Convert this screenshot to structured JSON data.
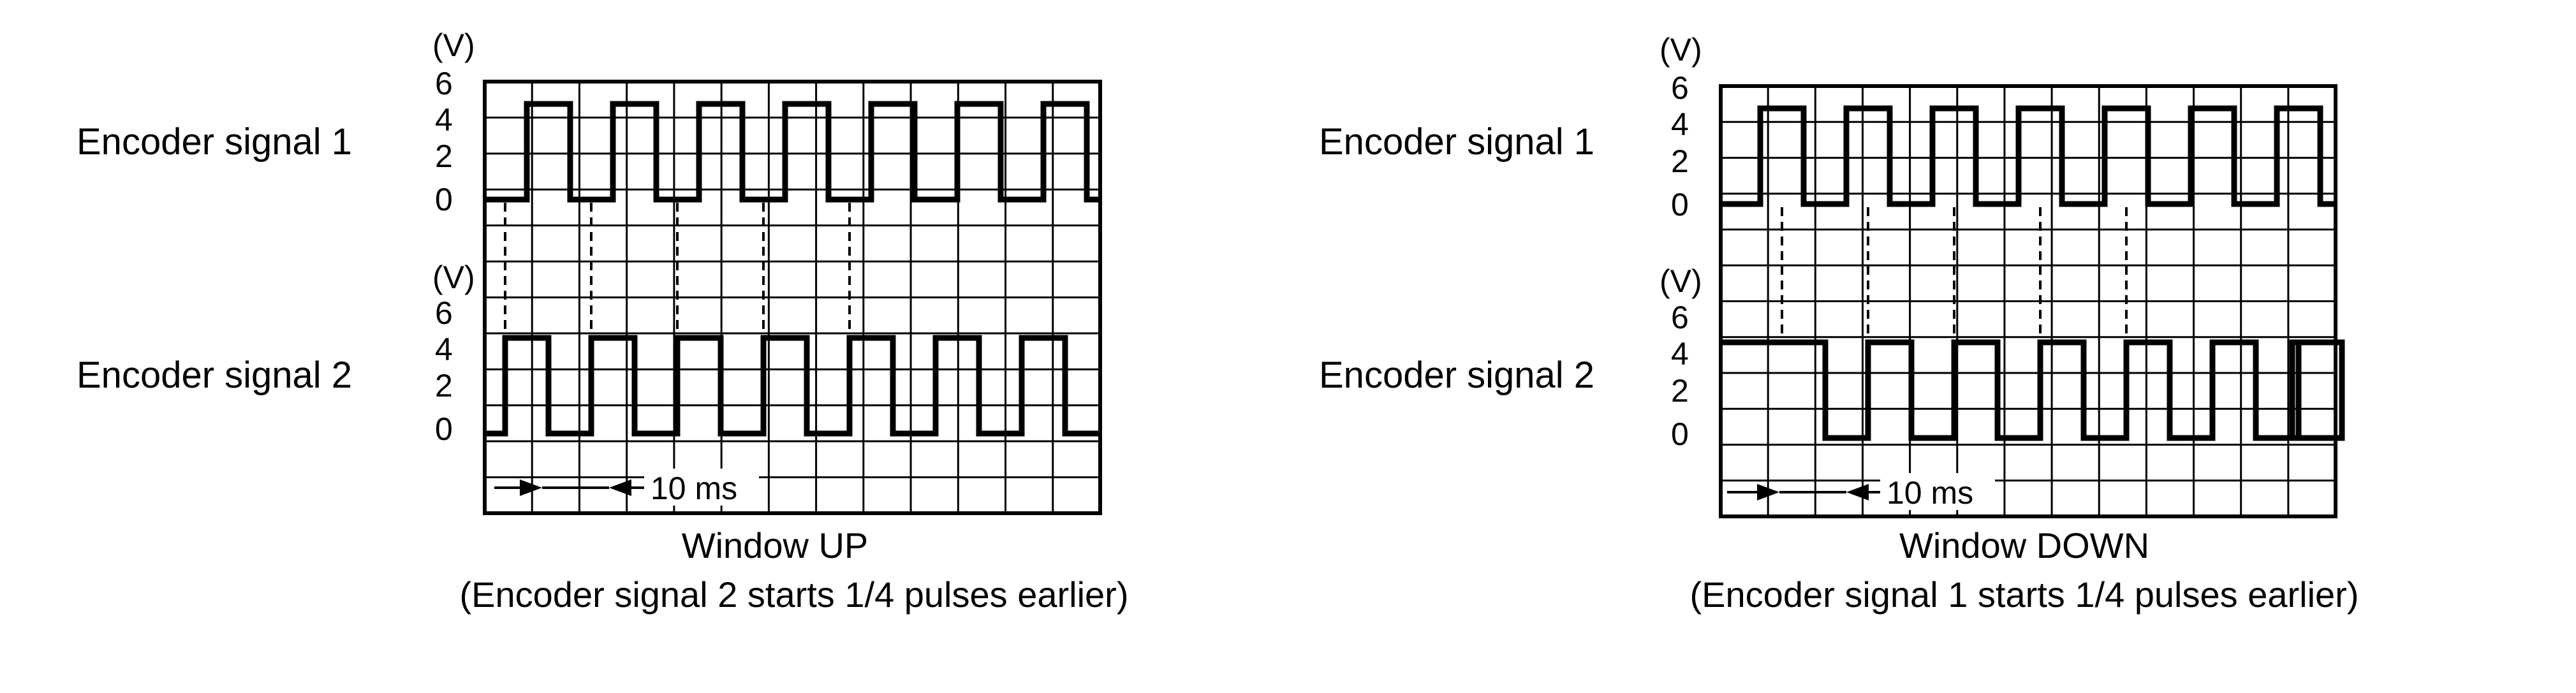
{
  "unit_label": "(V)",
  "panels": [
    {
      "id": "up",
      "title": "Window UP",
      "caption": "(Encoder signal 2 starts 1/4 pulses earlier)",
      "signals": [
        {
          "label": "Encoder signal 1",
          "ticks": [
            "6",
            "4",
            "2",
            "0"
          ]
        },
        {
          "label": "Encoder signal 2",
          "ticks": [
            "6",
            "4",
            "2",
            "0"
          ]
        }
      ],
      "time_marker": "10 ms"
    },
    {
      "id": "down",
      "title": "Window DOWN",
      "caption": "(Encoder signal 1 starts 1/4 pulses earlier)",
      "signals": [
        {
          "label": "Encoder signal 1",
          "ticks": [
            "6",
            "4",
            "2",
            "0"
          ]
        },
        {
          "label": "Encoder signal 2",
          "ticks": [
            "6",
            "4",
            "2",
            "0"
          ]
        }
      ],
      "time_marker": "10 ms"
    }
  ],
  "colors": {
    "ink": "#000000",
    "background": "#ffffff"
  }
}
